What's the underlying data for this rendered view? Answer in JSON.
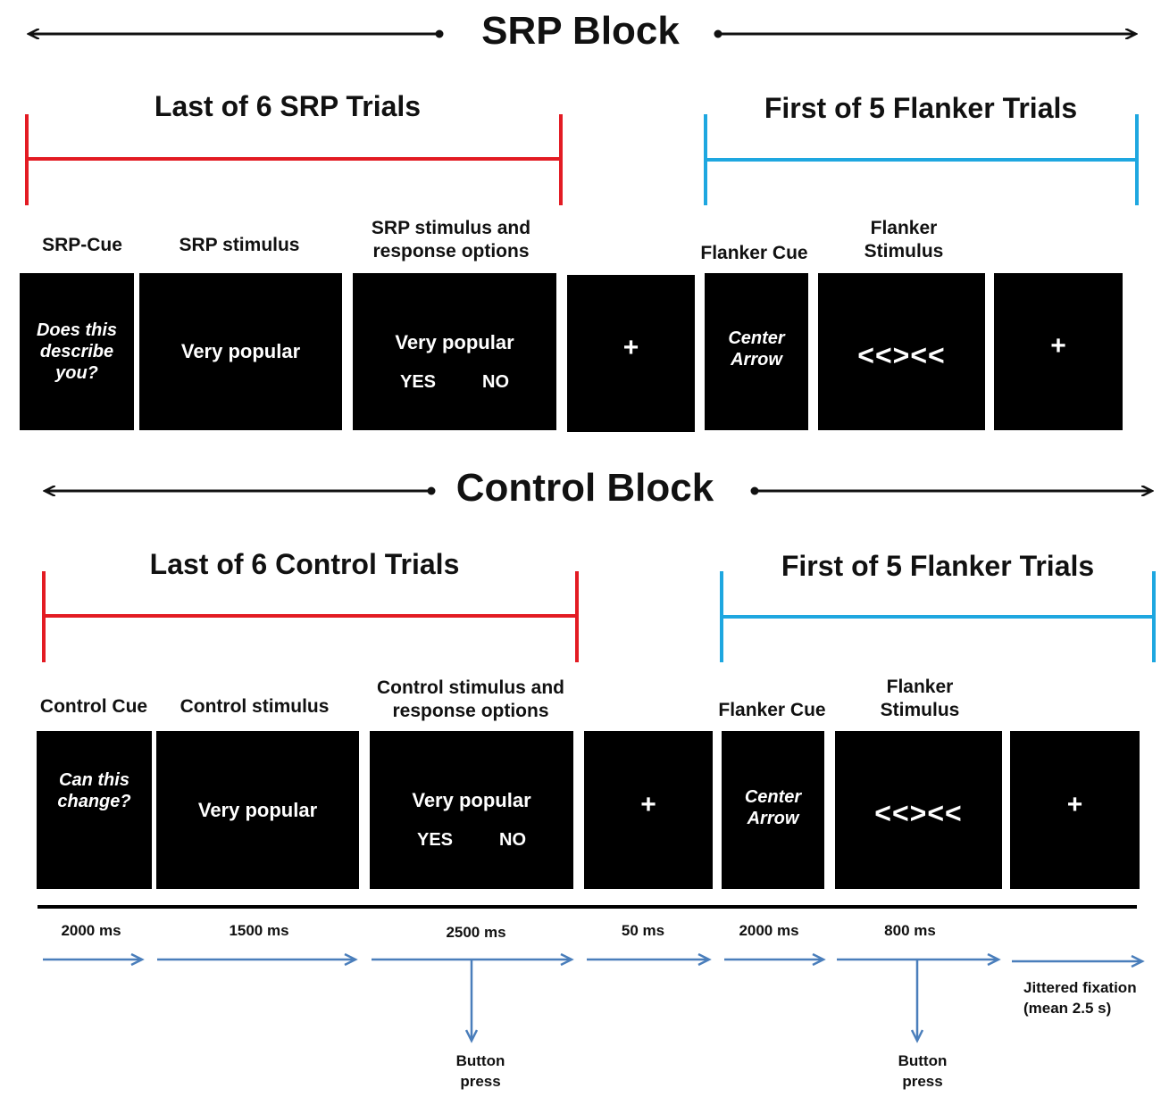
{
  "srp_block": {
    "title": "SRP Block",
    "left_trials_title": "Last of 6 SRP Trials",
    "right_trials_title": "First of 5 Flanker Trials",
    "labels": {
      "cue": "SRP-Cue",
      "stimulus": "SRP stimulus",
      "response_line1": "SRP stimulus and",
      "response_line2": "response options",
      "flanker_cue": "Flanker Cue",
      "flanker_stim_line1": "Flanker",
      "flanker_stim_line2": "Stimulus"
    },
    "screens": {
      "cue_line1": "Does this",
      "cue_line2": "describe",
      "cue_line3": "you?",
      "stimulus": "Very popular",
      "response_stimulus": "Very popular",
      "yes": "YES",
      "no": "NO",
      "fixation": "+",
      "flanker_cue_line1": "Center",
      "flanker_cue_line2": "Arrow",
      "flanker_stimulus": "<<><<",
      "fixation2": "+"
    }
  },
  "control_block": {
    "title": "Control Block",
    "left_trials_title": "Last of 6 Control Trials",
    "right_trials_title": "First of 5 Flanker Trials",
    "labels": {
      "cue": "Control Cue",
      "stimulus": "Control stimulus",
      "response_line1": "Control stimulus and",
      "response_line2": "response options",
      "flanker_cue": "Flanker Cue",
      "flanker_stim_line1": "Flanker",
      "flanker_stim_line2": "Stimulus"
    },
    "screens": {
      "cue_line1": "Can this",
      "cue_line2": "change?",
      "stimulus": "Very popular",
      "response_stimulus": "Very popular",
      "yes": "YES",
      "no": "NO",
      "fixation": "+",
      "flanker_cue_line1": "Center",
      "flanker_cue_line2": "Arrow",
      "flanker_stimulus": "<<><<",
      "fixation2": "+"
    }
  },
  "timeline": {
    "durations": [
      "2000 ms",
      "1500 ms",
      "2500 ms",
      "50 ms",
      "2000 ms",
      "800 ms"
    ],
    "jitter_line1": "Jittered fixation",
    "jitter_line2": "(mean 2.5 s)",
    "button_press_line1": "Button",
    "button_press_line2": "press"
  },
  "colors": {
    "srp_control_bracket": "#e31b23",
    "flanker_bracket": "#1ea7e0",
    "timeline_arrow": "#4a7ebb",
    "screen_bg": "#000000"
  }
}
